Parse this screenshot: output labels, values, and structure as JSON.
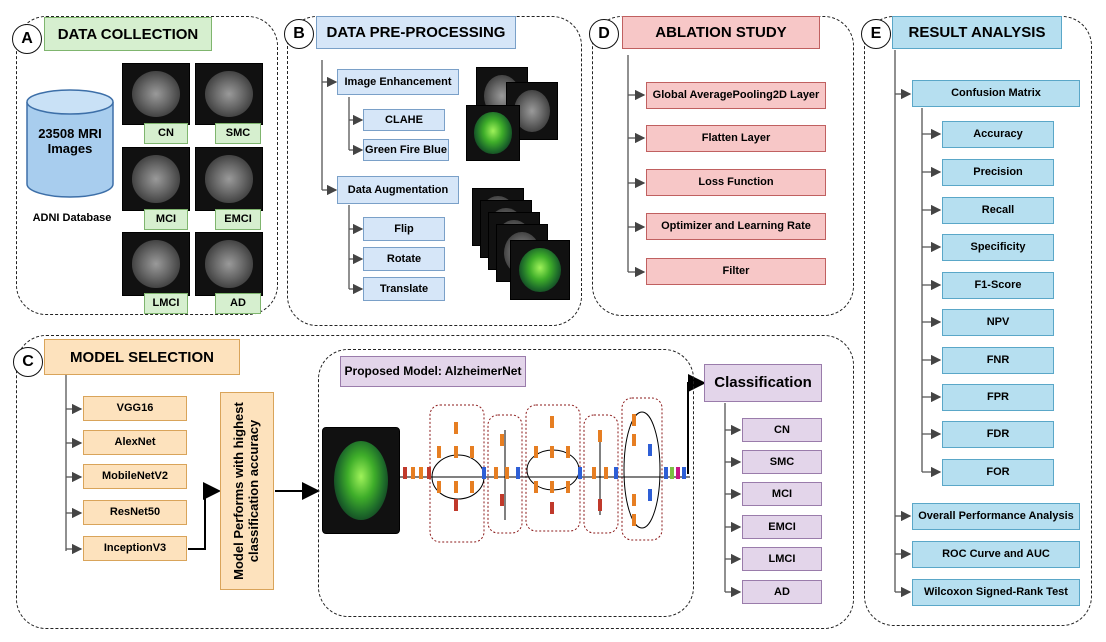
{
  "panel_a": {
    "letter": "A",
    "title": "DATA COLLECTION",
    "db_text": "23508 MRI Images",
    "db_caption": "ADNI Database",
    "classes": [
      "CN",
      "SMC",
      "MCI",
      "EMCI",
      "LMCI",
      "AD"
    ]
  },
  "panel_b": {
    "letter": "B",
    "title": "DATA PRE-PROCESSING",
    "group1": "Image Enhancement",
    "group1_items": [
      "CLAHE",
      "Green Fire Blue"
    ],
    "group2": "Data Augmentation",
    "group2_items": [
      "Flip",
      "Rotate",
      "Translate"
    ]
  },
  "panel_c": {
    "letter": "C",
    "title": "MODEL SELECTION",
    "models": [
      "VGG16",
      "AlexNet",
      "MobileNetV2",
      "ResNet50",
      "InceptionV3"
    ],
    "selector": "Model Performs with highest classification accuracy",
    "proposed": "Proposed Model: AlzheimerNet",
    "classification": "Classification",
    "outputs": [
      "CN",
      "SMC",
      "MCI",
      "EMCI",
      "LMCI",
      "AD"
    ]
  },
  "panel_d": {
    "letter": "D",
    "title": "ABLATION STUDY",
    "items": [
      "Global AveragePooling2D Layer",
      "Flatten Layer",
      "Loss Function",
      "Optimizer and Learning Rate",
      "Filter"
    ]
  },
  "panel_e": {
    "letter": "E",
    "title": "RESULT ANALYSIS",
    "matrix": "Confusion Matrix",
    "metrics": [
      "Accuracy",
      "Precision",
      "Recall",
      "Specificity",
      "F1-Score",
      "NPV",
      "FNR",
      "FPR",
      "FDR",
      "FOR"
    ],
    "extras": [
      "Overall Performance Analysis",
      "ROC Curve and AUC",
      "Wilcoxon Signed-Rank Test"
    ]
  },
  "colors": {
    "green": "#d6efcf",
    "blue": "#d6e6f8",
    "red": "#f7c7c7",
    "orange": "#fde2bd",
    "purple": "#e3d5ea",
    "cyan": "#b6dff0"
  }
}
